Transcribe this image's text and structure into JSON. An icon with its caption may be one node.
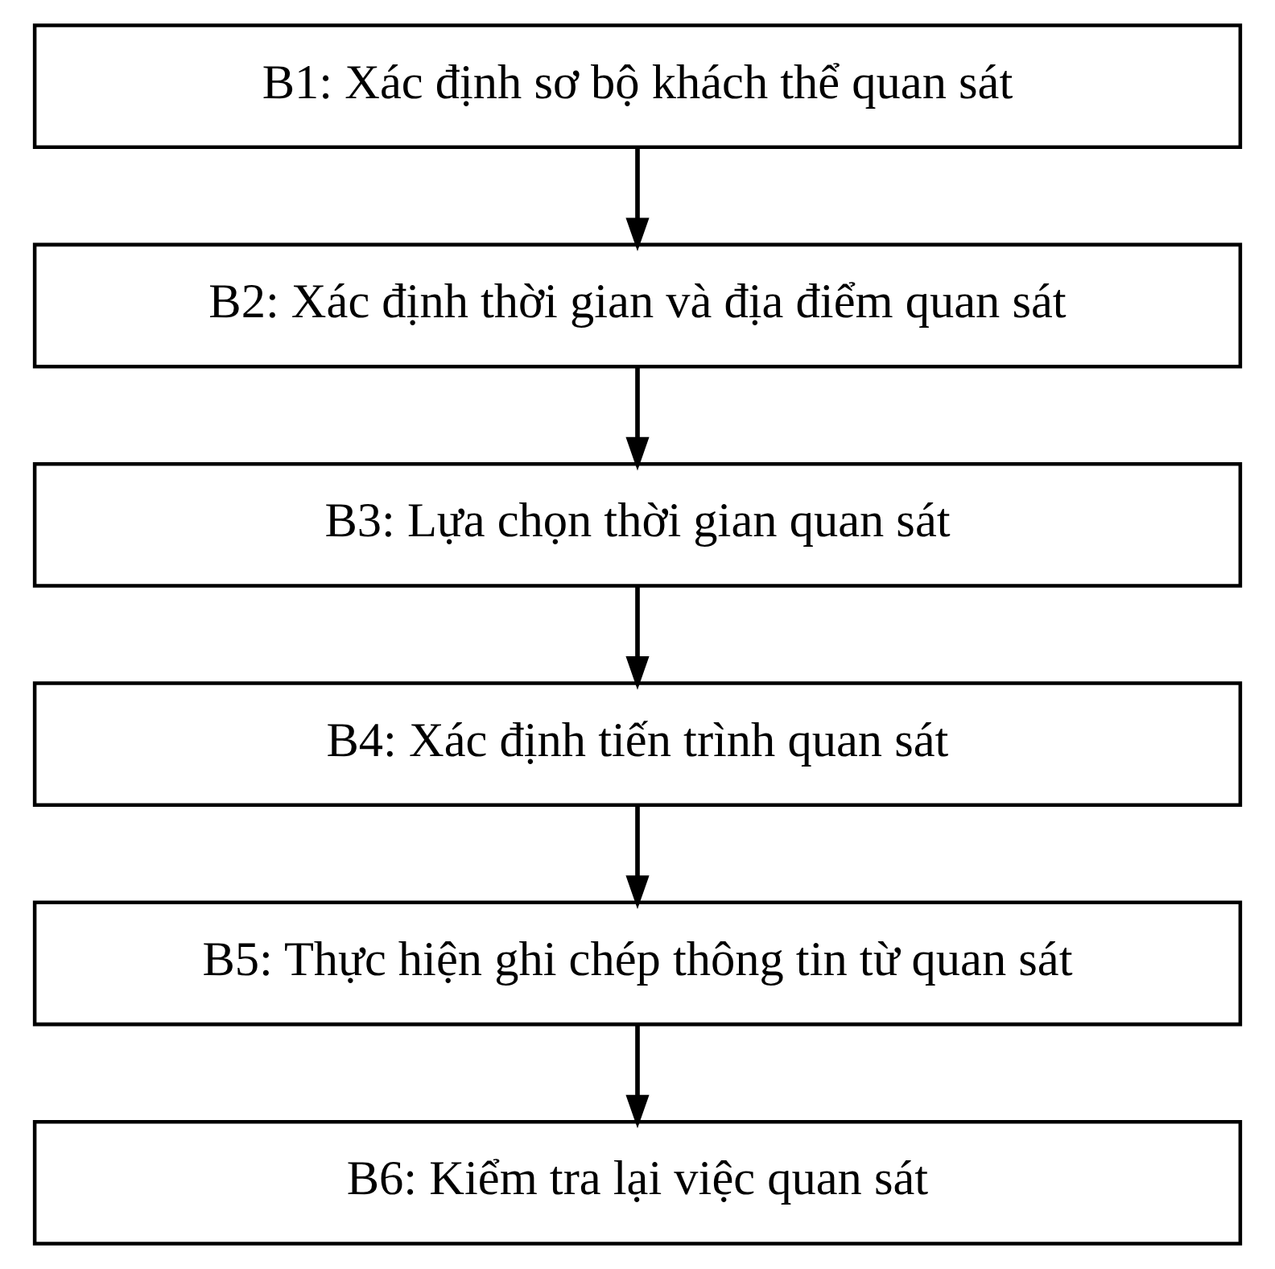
{
  "diagram": {
    "nodes": [
      {
        "text": [
          "B1: Xác định sơ bộ khách thể quan sát"
        ]
      },
      {
        "text": [
          "B2: Xác định thời gian và địa điểm quan sát"
        ]
      },
      {
        "text": [
          "B3: Lựa chọn thời gian quan sát"
        ]
      },
      {
        "text": [
          "B4: Xác định tiến trình quan sát"
        ]
      },
      {
        "text": [
          "B5: Thực hiện ghi chép thông tin từ quan sát"
        ]
      },
      {
        "text": [
          "B6: Kiểm tra lại việc quan sát"
        ]
      }
    ],
    "edges": [
      {
        "from": 0,
        "to": 1,
        "arrow": "to"
      },
      {
        "from": 1,
        "to": 2,
        "arrow": "to"
      },
      {
        "from": 2,
        "to": 3,
        "arrow": "to"
      },
      {
        "from": 3,
        "to": 4,
        "arrow": "to"
      },
      {
        "from": 4,
        "to": 5,
        "arrow": "to"
      }
    ]
  }
}
